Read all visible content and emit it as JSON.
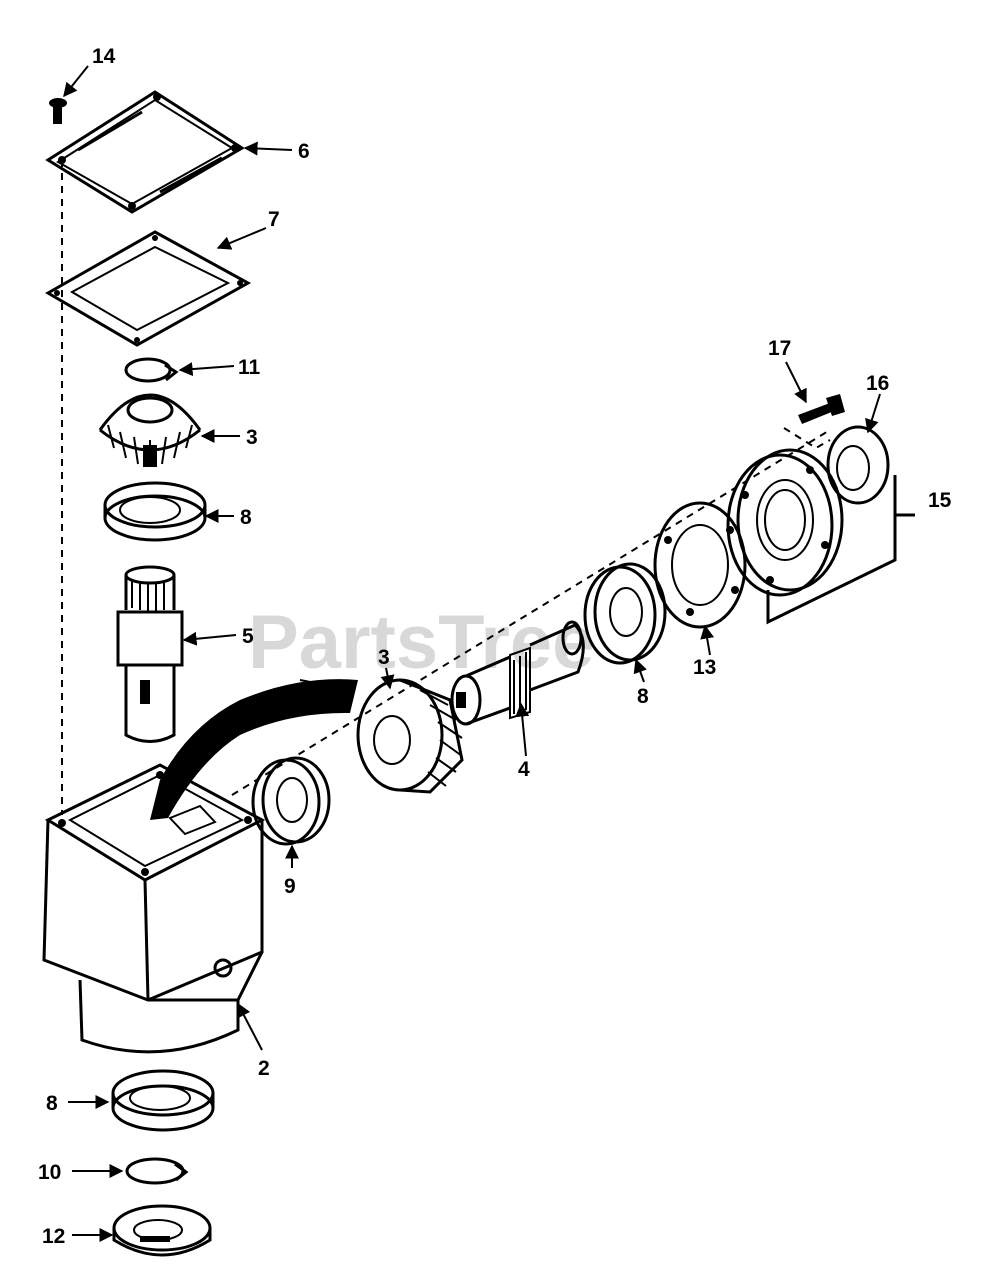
{
  "watermark": "PartsTree",
  "callouts": {
    "c14": "14",
    "c6": "6",
    "c7": "7",
    "c11": "11",
    "c3_top": "3",
    "c8_top": "8",
    "c5": "5",
    "c3_mid": "3",
    "c4": "4",
    "c8_mid": "8",
    "c13": "13",
    "c17": "17",
    "c16": "16",
    "c15": "15",
    "c9": "9",
    "c2": "2",
    "c8_bottom": "8",
    "c10": "10",
    "c12": "12"
  }
}
